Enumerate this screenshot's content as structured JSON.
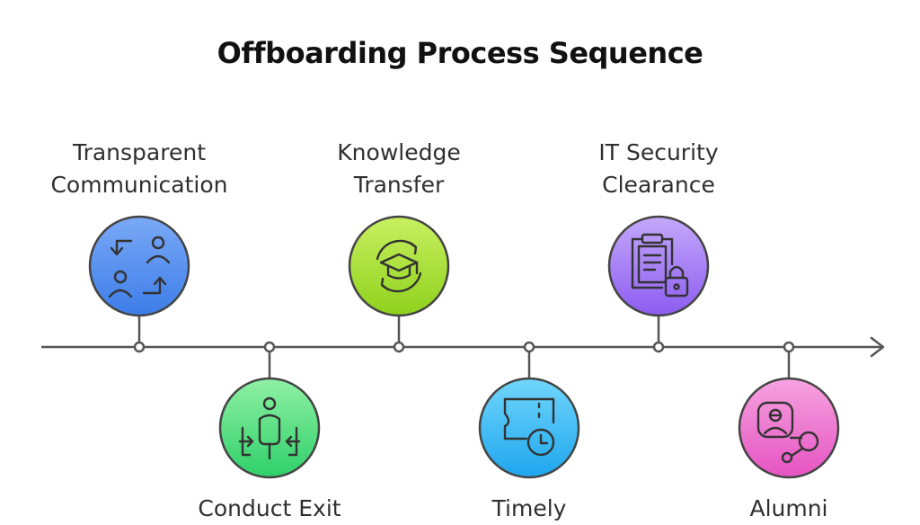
{
  "title": "Offboarding Process Sequence",
  "steps": [
    {
      "id": "transparent-communication",
      "lines": [
        "Transparent",
        "Communication"
      ],
      "position": "above",
      "color_top": "#7aa9f7",
      "color_bottom": "#3d7de8",
      "icon": "exchange-people-icon"
    },
    {
      "id": "conduct-exit",
      "lines": [
        "Conduct Exit",
        ""
      ],
      "position": "below",
      "color_top": "#8ff0a4",
      "color_bottom": "#2fd06a",
      "icon": "person-doors-icon"
    },
    {
      "id": "knowledge-transfer",
      "lines": [
        "Knowledge",
        "Transfer"
      ],
      "position": "above",
      "color_top": "#c8f060",
      "color_bottom": "#8fd11d",
      "icon": "graduation-cycle-icon"
    },
    {
      "id": "timely",
      "lines": [
        "Timely",
        ""
      ],
      "position": "below",
      "color_top": "#70d6fb",
      "color_bottom": "#1fa6ee",
      "icon": "ticket-clock-icon"
    },
    {
      "id": "it-security-clearance",
      "lines": [
        "IT Security",
        "Clearance"
      ],
      "position": "above",
      "color_top": "#c4a9fb",
      "color_bottom": "#8c5cf0",
      "icon": "clipboard-lock-icon"
    },
    {
      "id": "alumni",
      "lines": [
        "Alumni",
        ""
      ],
      "position": "below",
      "color_top": "#f6a3e0",
      "color_bottom": "#e653c2",
      "icon": "person-network-icon"
    }
  ],
  "colors": {
    "line": "#555555",
    "stroke": "#444444"
  }
}
